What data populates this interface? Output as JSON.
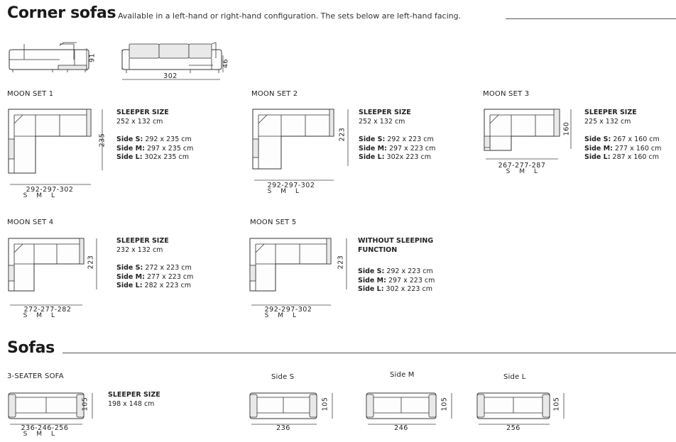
{
  "corner": {
    "title": "Corner sofas",
    "subtitle": "Available in a left-hand or right-hand configuration. The sets below are left-hand facing.",
    "overview": {
      "height": "91",
      "seat_height": "46",
      "width": "302"
    }
  },
  "sets": [
    {
      "title": "MOON SET 1",
      "spec_title": "SLEEPER SIZE",
      "spec_value": "252 x 132 cm",
      "sides": [
        {
          "k": "Side S:",
          "v": "292 x 235 cm"
        },
        {
          "k": "Side M:",
          "v": "297 x 235 cm"
        },
        {
          "k": "Side L:",
          "v": "302x 235 cm"
        }
      ],
      "depth": "235",
      "widths": "292-297-302",
      "sml": "S    M    L"
    },
    {
      "title": "MOON SET 2",
      "spec_title": "SLEEPER SIZE",
      "spec_value": "252 x 132 cm",
      "sides": [
        {
          "k": "Side S:",
          "v": "292 x 223 cm"
        },
        {
          "k": "Side M:",
          "v": "297 x 223 cm"
        },
        {
          "k": "Side L:",
          "v": "302x 223 cm"
        }
      ],
      "depth": "223",
      "widths": "292-297-302",
      "sml": "S    M    L"
    },
    {
      "title": "MOON SET 3",
      "spec_title": "SLEEPER SIZE",
      "spec_value": "225 x 132 cm",
      "sides": [
        {
          "k": "Side S:",
          "v": "267 x 160 cm"
        },
        {
          "k": "Side M:",
          "v": "277 x 160 cm"
        },
        {
          "k": "Side L:",
          "v": "287 x 160 cm"
        }
      ],
      "depth": "160",
      "widths": "267-277-287",
      "sml": "S    M    L"
    },
    {
      "title": "MOON SET 4",
      "spec_title": "SLEEPER SIZE",
      "spec_value": "232 x 132 cm",
      "sides": [
        {
          "k": "Side S:",
          "v": "272 x 223 cm"
        },
        {
          "k": "Side M:",
          "v": "277 x 223 cm"
        },
        {
          "k": "Side L:",
          "v": "282 x 223 cm"
        }
      ],
      "depth": "223",
      "widths": "272-277-282",
      "sml": "S    M    L"
    },
    {
      "title": "MOON SET 5",
      "spec_title": "WITHOUT SLEEPING FUNCTION",
      "spec_value": "",
      "sides": [
        {
          "k": "Side S:",
          "v": "292 x 223 cm"
        },
        {
          "k": "Side M:",
          "v": "297 x 223 cm"
        },
        {
          "k": "Side L:",
          "v": "302 x 223 cm"
        }
      ],
      "depth": "223",
      "widths": "292-297-302",
      "sml": "S    M    L"
    }
  ],
  "sofas": {
    "title": "Sofas",
    "three_seater": {
      "title": "3-SEATER SOFA",
      "spec_title": "SLEEPER SIZE",
      "spec_value": "198 x 148 cm",
      "depth": "105",
      "widths": "236-246-256",
      "sml": "S    M    L"
    },
    "sides": [
      {
        "label": "Side S",
        "width": "236",
        "depth": "105"
      },
      {
        "label": "Side M",
        "width": "246",
        "depth": "105"
      },
      {
        "label": "Side L",
        "width": "256",
        "depth": "105"
      }
    ]
  }
}
